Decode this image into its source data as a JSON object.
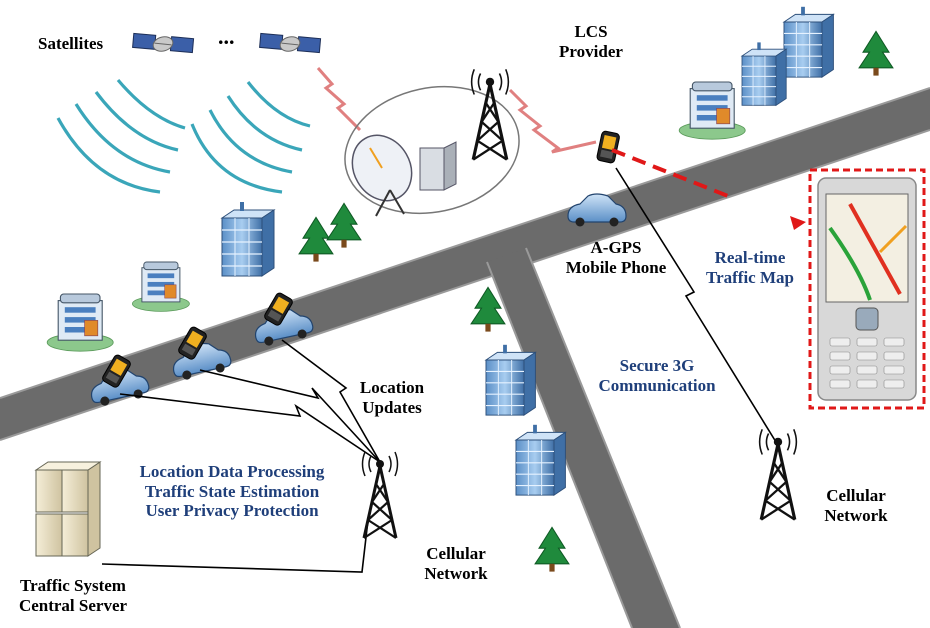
{
  "labels": {
    "satellites": "Satellites",
    "ellipsis": "...",
    "lcs_provider_line1": "LCS",
    "lcs_provider_line2": "Provider",
    "agps_line1": "A-GPS",
    "agps_line2": "Mobile Phone",
    "traffic_map_line1": "Real-time",
    "traffic_map_line2": "Traffic Map",
    "secure_line1": "Secure 3G",
    "secure_line2": "Communication",
    "location_updates_line1": "Location",
    "location_updates_line2": "Updates",
    "processing_line1": "Location Data Processing",
    "processing_line2": "Traffic State Estimation",
    "processing_line3": "User Privacy Protection",
    "cellular_left_line1": "Cellular",
    "cellular_left_line2": "Network",
    "cellular_right_line1": "Cellular",
    "cellular_right_line2": "Network",
    "server_line1": "Traffic System",
    "server_line2": "Central Server"
  },
  "colors": {
    "road": "#6b6b6b",
    "road_edge": "#9a9a9a",
    "signal_waves": "#3aa6b9",
    "accent_red": "#e01818",
    "label_blue": "#1f3f7a",
    "tower": "#111111",
    "tree": "#1f8a3c",
    "car": "#6fa8dc"
  },
  "icons": [
    "satellite-icon",
    "dish-antenna-icon",
    "server-icon",
    "cell-tower-icon",
    "building-icon",
    "tree-icon",
    "car-icon",
    "mobile-phone-icon"
  ]
}
